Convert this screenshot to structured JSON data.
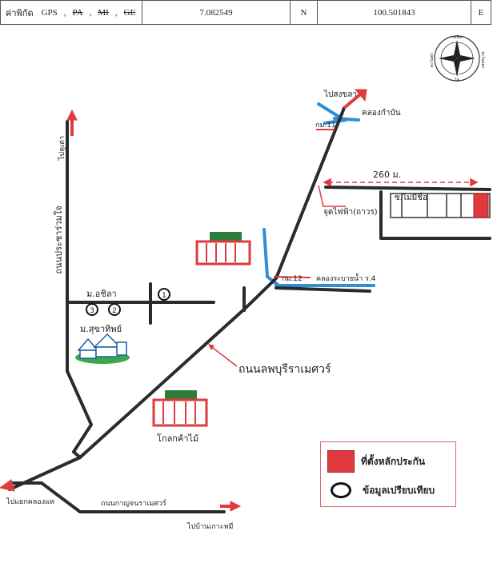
{
  "header": {
    "label": "ค่าพิกัด",
    "systems": [
      "GPS",
      "PA",
      "MI",
      "GE"
    ],
    "latitude": "7.082549",
    "lat_dir": "N",
    "longitude": "100.501843",
    "lon_dir": "E"
  },
  "compass": {
    "north": "เหนือ",
    "south": "ใต้",
    "east": "ตะวันออก",
    "west": "ตะวันตก"
  },
  "labels": {
    "to_songkhla": "ไปสงขลา",
    "khlong_kamban": "คลองกำบัน",
    "km11": "กม.11",
    "dist_260": "260 ม.",
    "soi_mai_mi_chue": "ซ.ไม่มีชื่อ",
    "power_pole": "จุดไฟฟ้า(ถาวร)",
    "to_khu_tao": "ไปคูเต่า",
    "road_prachaaruamjai": "ถนนประชาร่วมใจ",
    "m_achira": "ม.อชิลา",
    "km12": "กม.12",
    "khlong_drain": "คลองระบายน้ำ ร.4",
    "m_sukhathip": "ม.สุขาทิพย์",
    "main_road": "ถนนลพบุรีราเมศวร์",
    "wood_warehouse": "โกลกค้าไม้",
    "to_yaek_khlong_hae": "ไปแยกคลองแห",
    "road_kanjanaramesuan": "ถนนกาญจนราเมศวร์",
    "to_ban_ko_mi": "ไปบ้านเกาะหมี"
  },
  "markers": [
    "1",
    "2",
    "3"
  ],
  "legend": {
    "subject_label": "ที่ตั้งหลักประกัน",
    "comparable_label": "ข้อมูลเปรียบเทียบ"
  },
  "colors": {
    "road": "#2b2b2b",
    "water": "#2f8fd6",
    "arrow": "#e03a3e",
    "subject": "#e03a3e",
    "roof": "#2e7d3a"
  }
}
